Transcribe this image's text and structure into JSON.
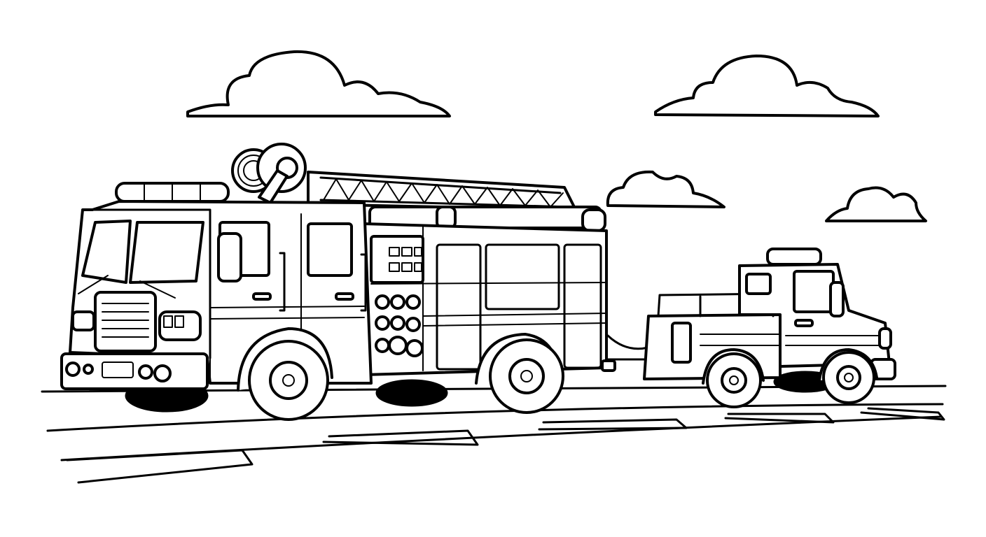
{
  "image": {
    "style": "black line art coloring page",
    "colors": {
      "ink": "#000000",
      "paper": "#ffffff"
    },
    "objects": [
      "cloud",
      "cloud",
      "cloud",
      "cloud",
      "fire-truck",
      "hose-reel",
      "ladder",
      "pickup-truck",
      "hose",
      "road"
    ]
  }
}
